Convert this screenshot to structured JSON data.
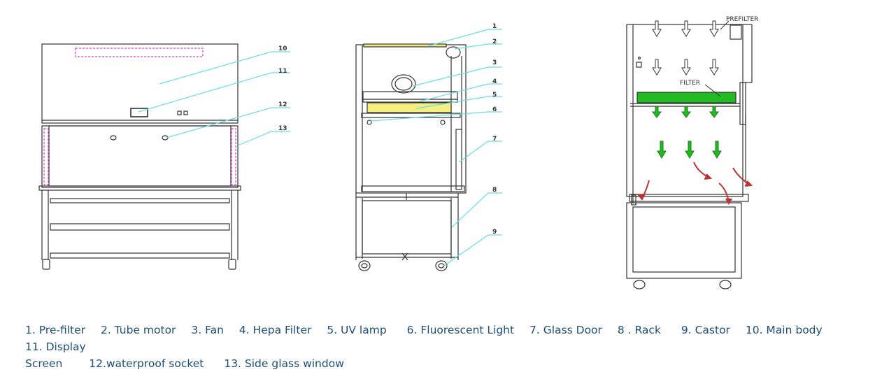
{
  "labels": {
    "n1": "1",
    "n2": "2",
    "n3": "3",
    "n4": "4",
    "n5": "5",
    "n6": "6",
    "n7": "7",
    "n8": "8",
    "n9": "9",
    "n10": "10",
    "n11": "11",
    "n12": "12",
    "n13": "13",
    "prefilter": "PREFILTER",
    "filter": "FILTER"
  },
  "legend": {
    "items": [
      "1. Pre-filter",
      "2. Tube motor",
      "3. Fan",
      "4. Hepa Filter",
      "5. UV lamp",
      "6. Fluorescent Light",
      "7. Glass Door",
      "8 . Rack",
      "9. Castor",
      "10. Main body",
      "11. Display",
      "Screen",
      "12.waterproof socket",
      "13. Side glass window"
    ]
  },
  "colors": {
    "line": "#333333",
    "leader": "#66dde8",
    "magenta": "#e040e0",
    "yellow": "#f5ee80",
    "green": "#22bb22",
    "arrowRed": "#bb3333",
    "legendText": "#1f4e79"
  }
}
